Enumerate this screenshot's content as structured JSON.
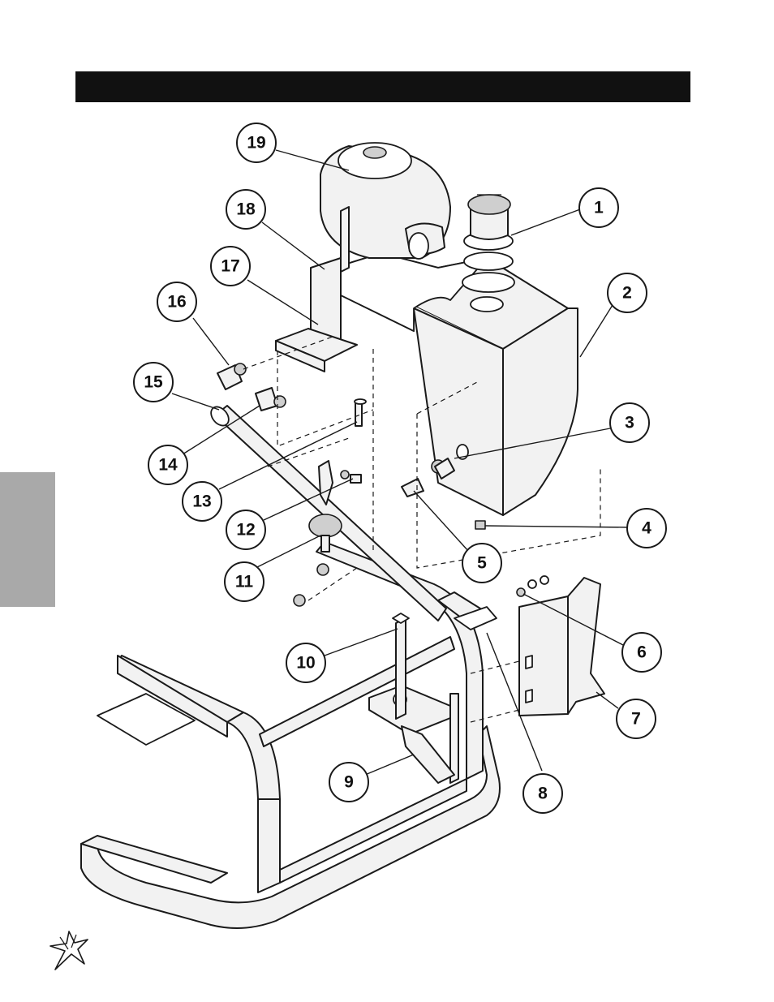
{
  "header": {
    "title": ""
  },
  "colors": {
    "header_bar": "#111111",
    "side_tab": "#a9a9a9",
    "ink": "#1a1a1a"
  },
  "logo": {
    "icon": "star-burst-logo-icon"
  },
  "callouts": [
    "1",
    "2",
    "3",
    "4",
    "5",
    "6",
    "7",
    "8",
    "9",
    "10",
    "11",
    "12",
    "13",
    "14",
    "15",
    "16",
    "17",
    "18",
    "19"
  ]
}
